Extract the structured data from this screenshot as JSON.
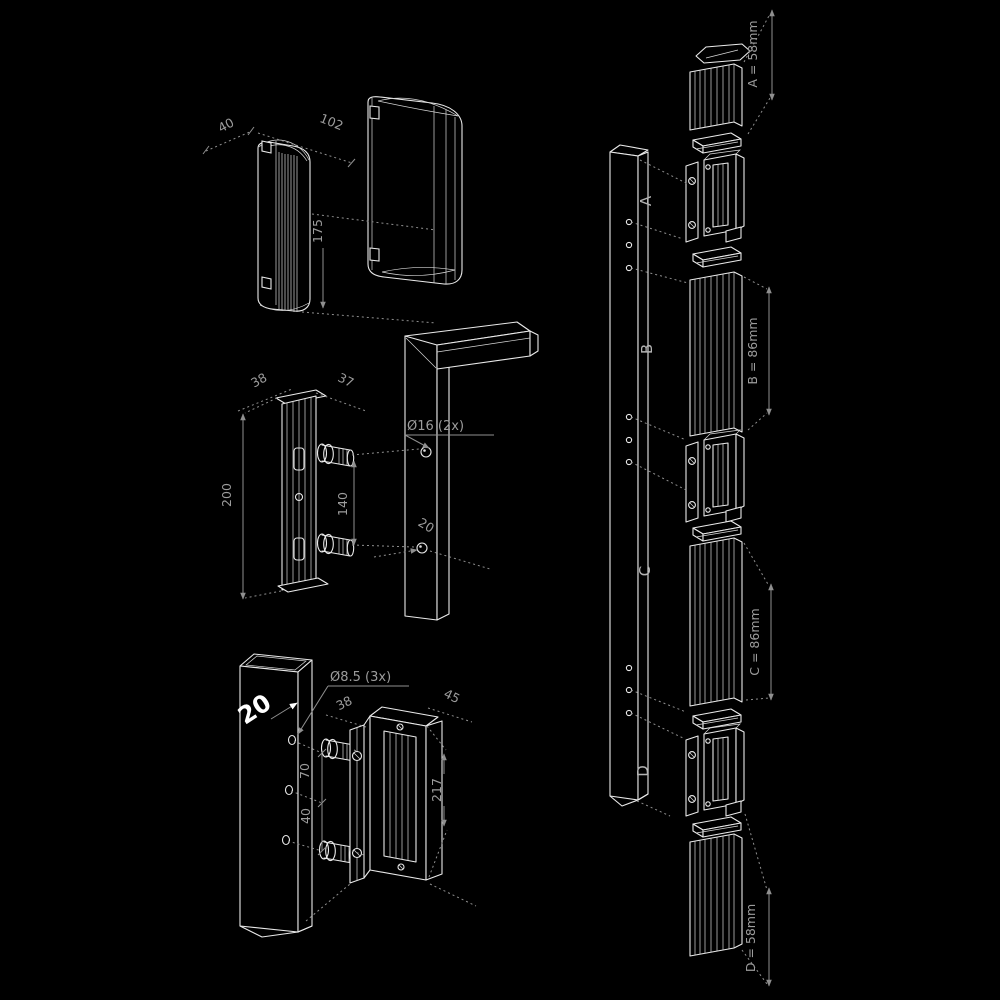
{
  "colors": {
    "background": "#000000",
    "part_line": "#eaeaea",
    "dimension": "#8f8f8f"
  },
  "cover_profile": {
    "width": "40",
    "depth": "102",
    "height": "175"
  },
  "keep_plate": {
    "width": "38",
    "depth": "37",
    "height": "200",
    "hole_note": "Ø16 (2x)",
    "bolt_spacing": "140",
    "edge_distance": "20"
  },
  "magnet_unit": {
    "post_size": "20",
    "hole_note": "Ø8.5 (3x)",
    "width": "38",
    "depth": "45",
    "height": "217",
    "hole_spacing_top": "70",
    "hole_spacing_bottom": "40"
  },
  "post_assembly": {
    "sections": [
      {
        "letter": "A",
        "dim": "A = 58mm"
      },
      {
        "letter": "B",
        "dim": "B = 86mm"
      },
      {
        "letter": "C",
        "dim": "C = 86mm"
      },
      {
        "letter": "D",
        "dim": "D = 58mm"
      }
    ]
  }
}
